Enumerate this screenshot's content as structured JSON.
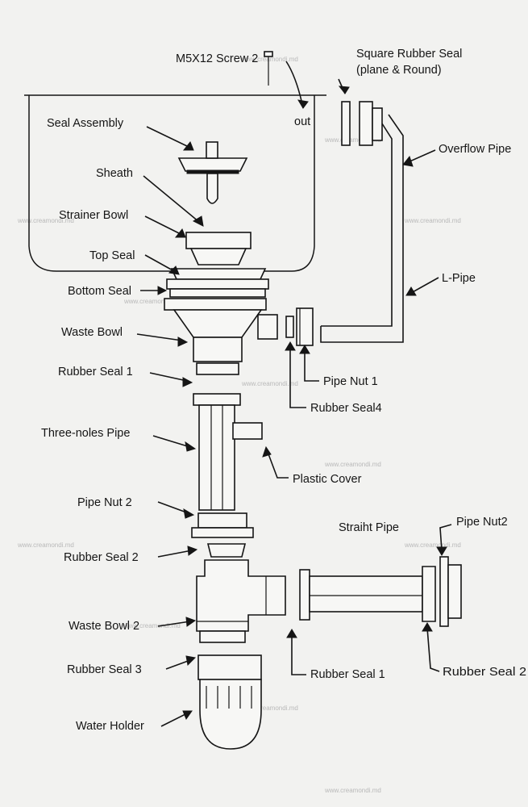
{
  "labels": {
    "screw": "M5X12 Screw 2",
    "out": "out",
    "square_seal_line1": "Square Rubber Seal",
    "square_seal_line2": "(plane & Round)",
    "seal_assembly": "Seal Assembly",
    "overflow_pipe": "Overflow Pipe",
    "sheath": "Sheath",
    "strainer_bowl": "Strainer Bowl",
    "top_seal": "Top Seal",
    "l_pipe": "L-Pipe",
    "bottom_seal": "Bottom Seal",
    "waste_bowl": "Waste Bowl",
    "rubber_seal_1_top": "Rubber Seal 1",
    "pipe_nut_1": "Pipe Nut 1",
    "rubber_seal_4": "Rubber Seal4",
    "three_holes_pipe": "Three-noles Pipe",
    "plastic_cover": "Plastic Cover",
    "pipe_nut_2_left": "Pipe Nut 2",
    "straight_pipe": "Straiht Pipe",
    "pipe_nut_2_right": "Pipe Nut2",
    "rubber_seal_2_left": "Rubber Seal 2",
    "waste_bowl_2": "Waste Bowl 2",
    "rubber_seal_3": "Rubber Seal 3",
    "rubber_seal_1_bottom": "Rubber Seal 1",
    "rubber_seal_2_right": "Rubber Seal 2",
    "water_holder": "Water Holder"
  },
  "watermark": "www.creamondi.md"
}
